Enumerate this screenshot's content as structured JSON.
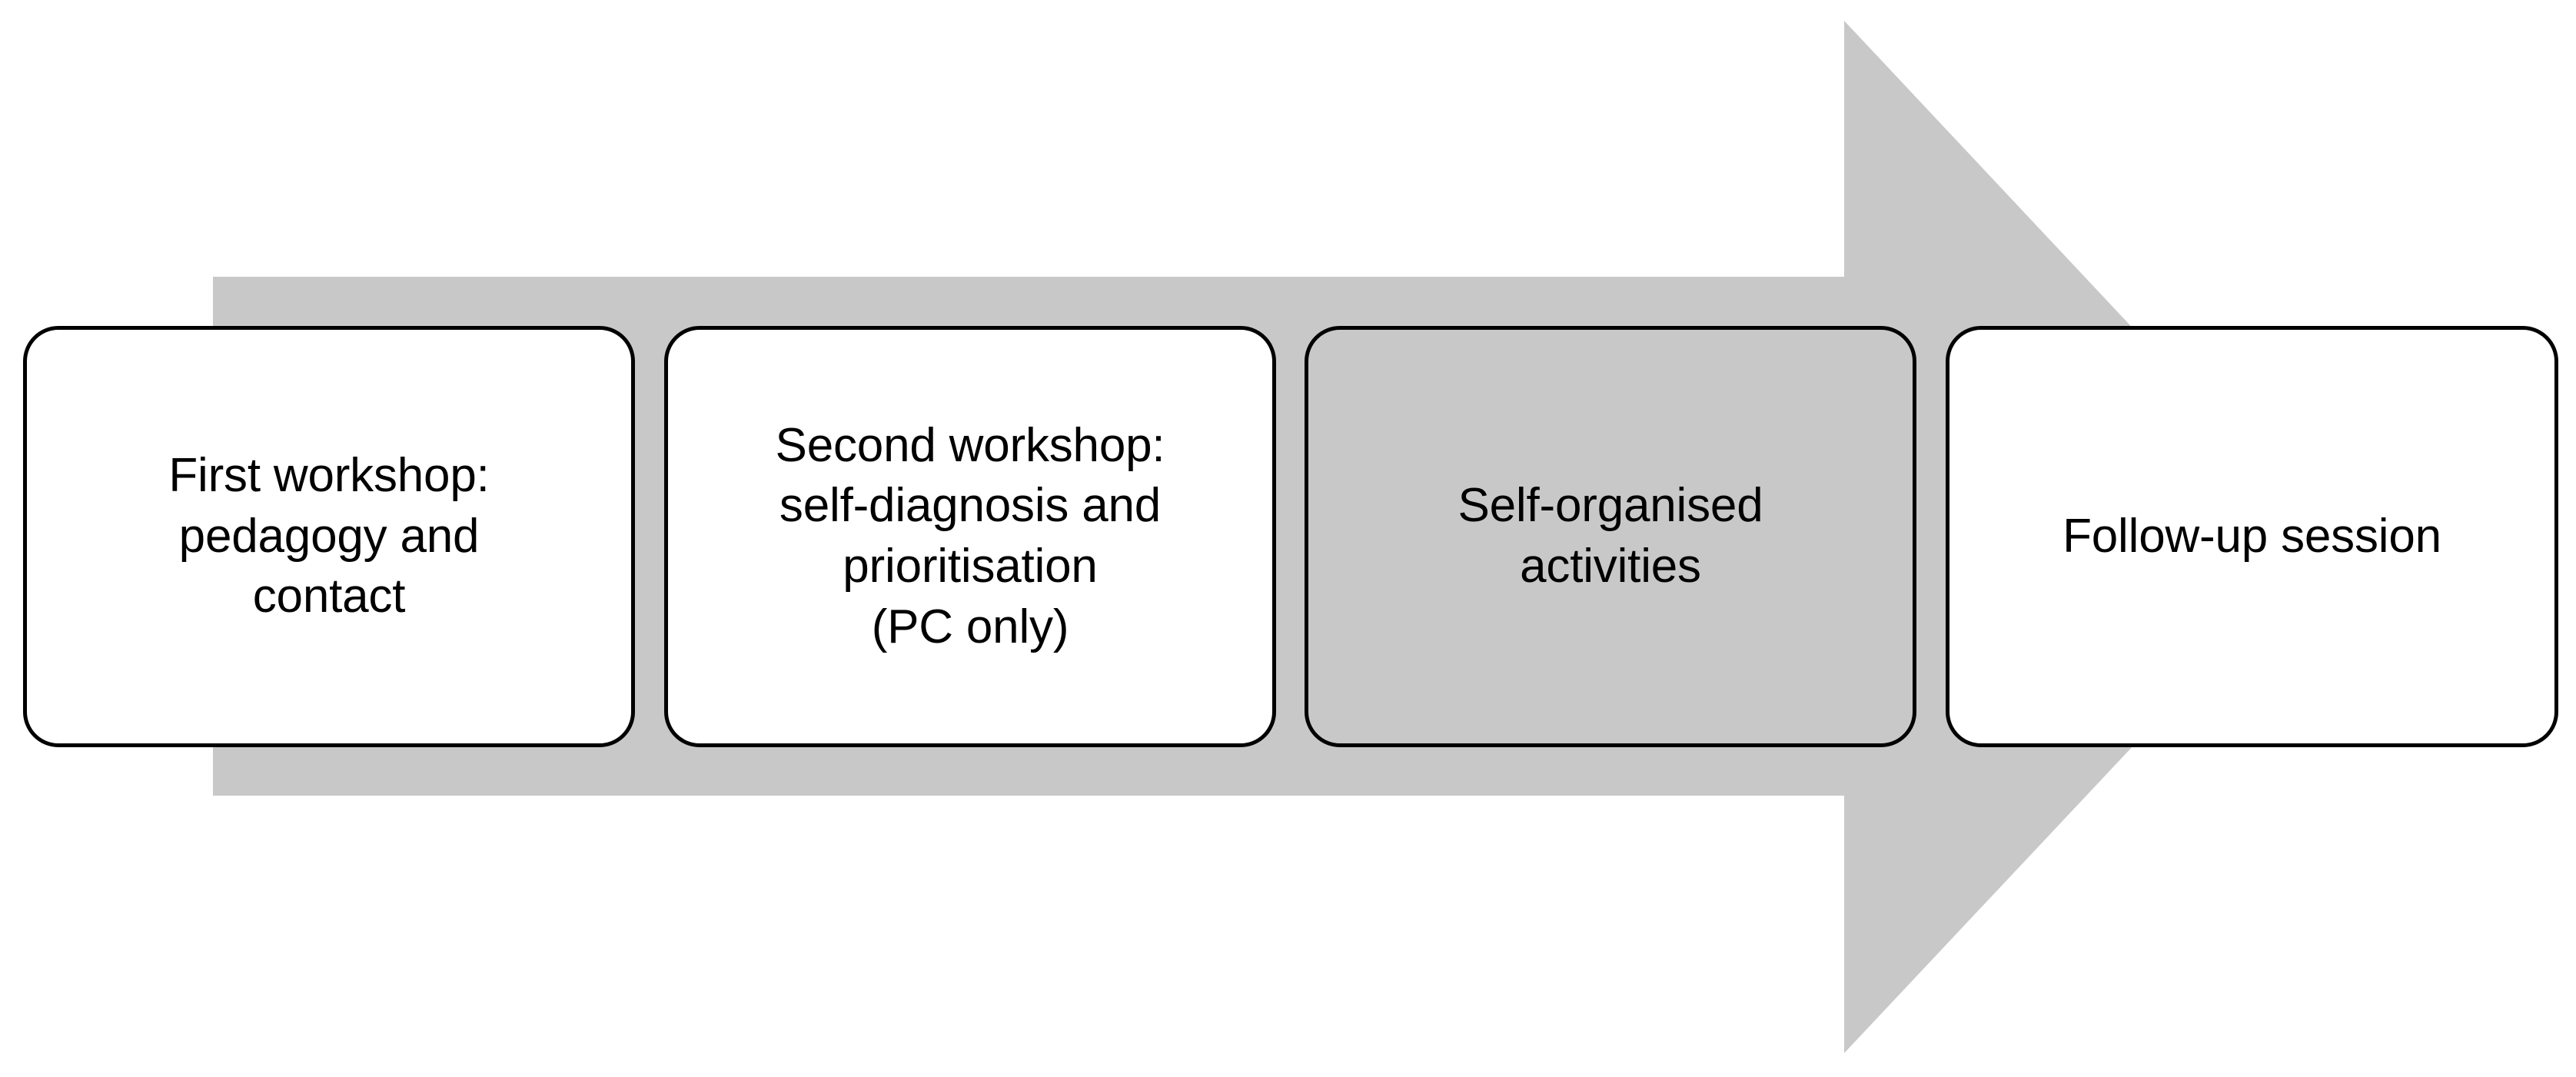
{
  "diagram": {
    "type": "process-flow-arrow",
    "title": "",
    "orientation": "left-to-right",
    "arrow": {
      "name": "background-process-arrow",
      "fill_color": "#c8c8c8",
      "direction": "right"
    },
    "stages": [
      {
        "id": "stage-1",
        "label": "First workshop:\npedagogy and\ncontact",
        "fill": "white",
        "border_color": "#000000"
      },
      {
        "id": "stage-2",
        "label": "Second workshop:\nself-diagnosis and\nprioritisation\n(PC only)",
        "fill": "white",
        "border_color": "#000000"
      },
      {
        "id": "stage-3",
        "label": "Self-organised\nactivities",
        "fill": "transparent",
        "border_color": "#000000"
      },
      {
        "id": "stage-4",
        "label": "Follow-up session",
        "fill": "white",
        "border_color": "#000000"
      }
    ]
  }
}
